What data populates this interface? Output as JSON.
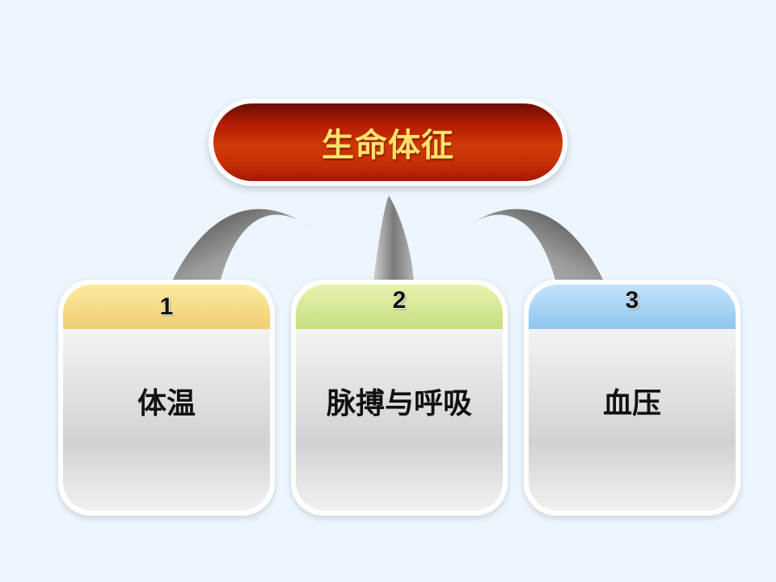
{
  "colors": {
    "background": "#edf6fd",
    "title_fill": "#c52d06",
    "title_text": "#ffe36a",
    "tab_1": "#efce72",
    "tab_2": "#c6df80",
    "tab_3": "#8ec6ef",
    "connector": "#8a8a8a"
  },
  "title": "生命体征",
  "cards": [
    {
      "number": "1",
      "label": "体温"
    },
    {
      "number": "2",
      "label": "脉搏与呼吸"
    },
    {
      "number": "3",
      "label": "血压"
    }
  ]
}
